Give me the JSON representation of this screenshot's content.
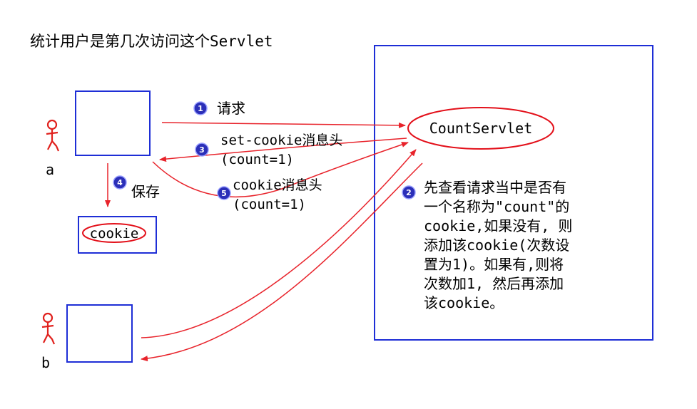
{
  "title": "统计用户是第几次访问这个Servlet",
  "client_a": {
    "label": "a"
  },
  "client_b": {
    "label": "b"
  },
  "stored_cookie": {
    "label": "cookie"
  },
  "server": {
    "servlet_name": "CountServlet",
    "description": "先查看请求当中是否有\n一个名称为\"count\"的\ncookie,如果没有, 则\n添加该cookie(次数设\n置为1)。如果有,则将\n次数加1, 然后再添加\n该cookie。"
  },
  "steps": [
    {
      "number": "1",
      "label": "请求"
    },
    {
      "number": "2",
      "label": ""
    },
    {
      "number": "3",
      "label": "set-cookie消息头",
      "sub": "(count=1)"
    },
    {
      "number": "4",
      "label": "保存"
    },
    {
      "number": "5",
      "label": "cookie消息头",
      "sub": "(count=1)"
    }
  ],
  "colors": {
    "arrow": "#e8232b",
    "box_border": "#1e2ed6",
    "badge": "#2b2fb8"
  }
}
